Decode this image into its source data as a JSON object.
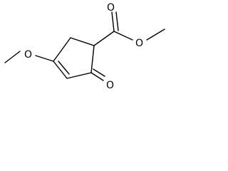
{
  "molecule": {
    "atom_labels": {
      "ester_carbonyl_oxygen": "O",
      "ester_single_oxygen": "O",
      "methoxy_oxygen": "O",
      "ketone_oxygen": "O"
    }
  },
  "colors": {
    "bond": "#000000",
    "atom_label": "#000000",
    "background": "#ffffff"
  }
}
